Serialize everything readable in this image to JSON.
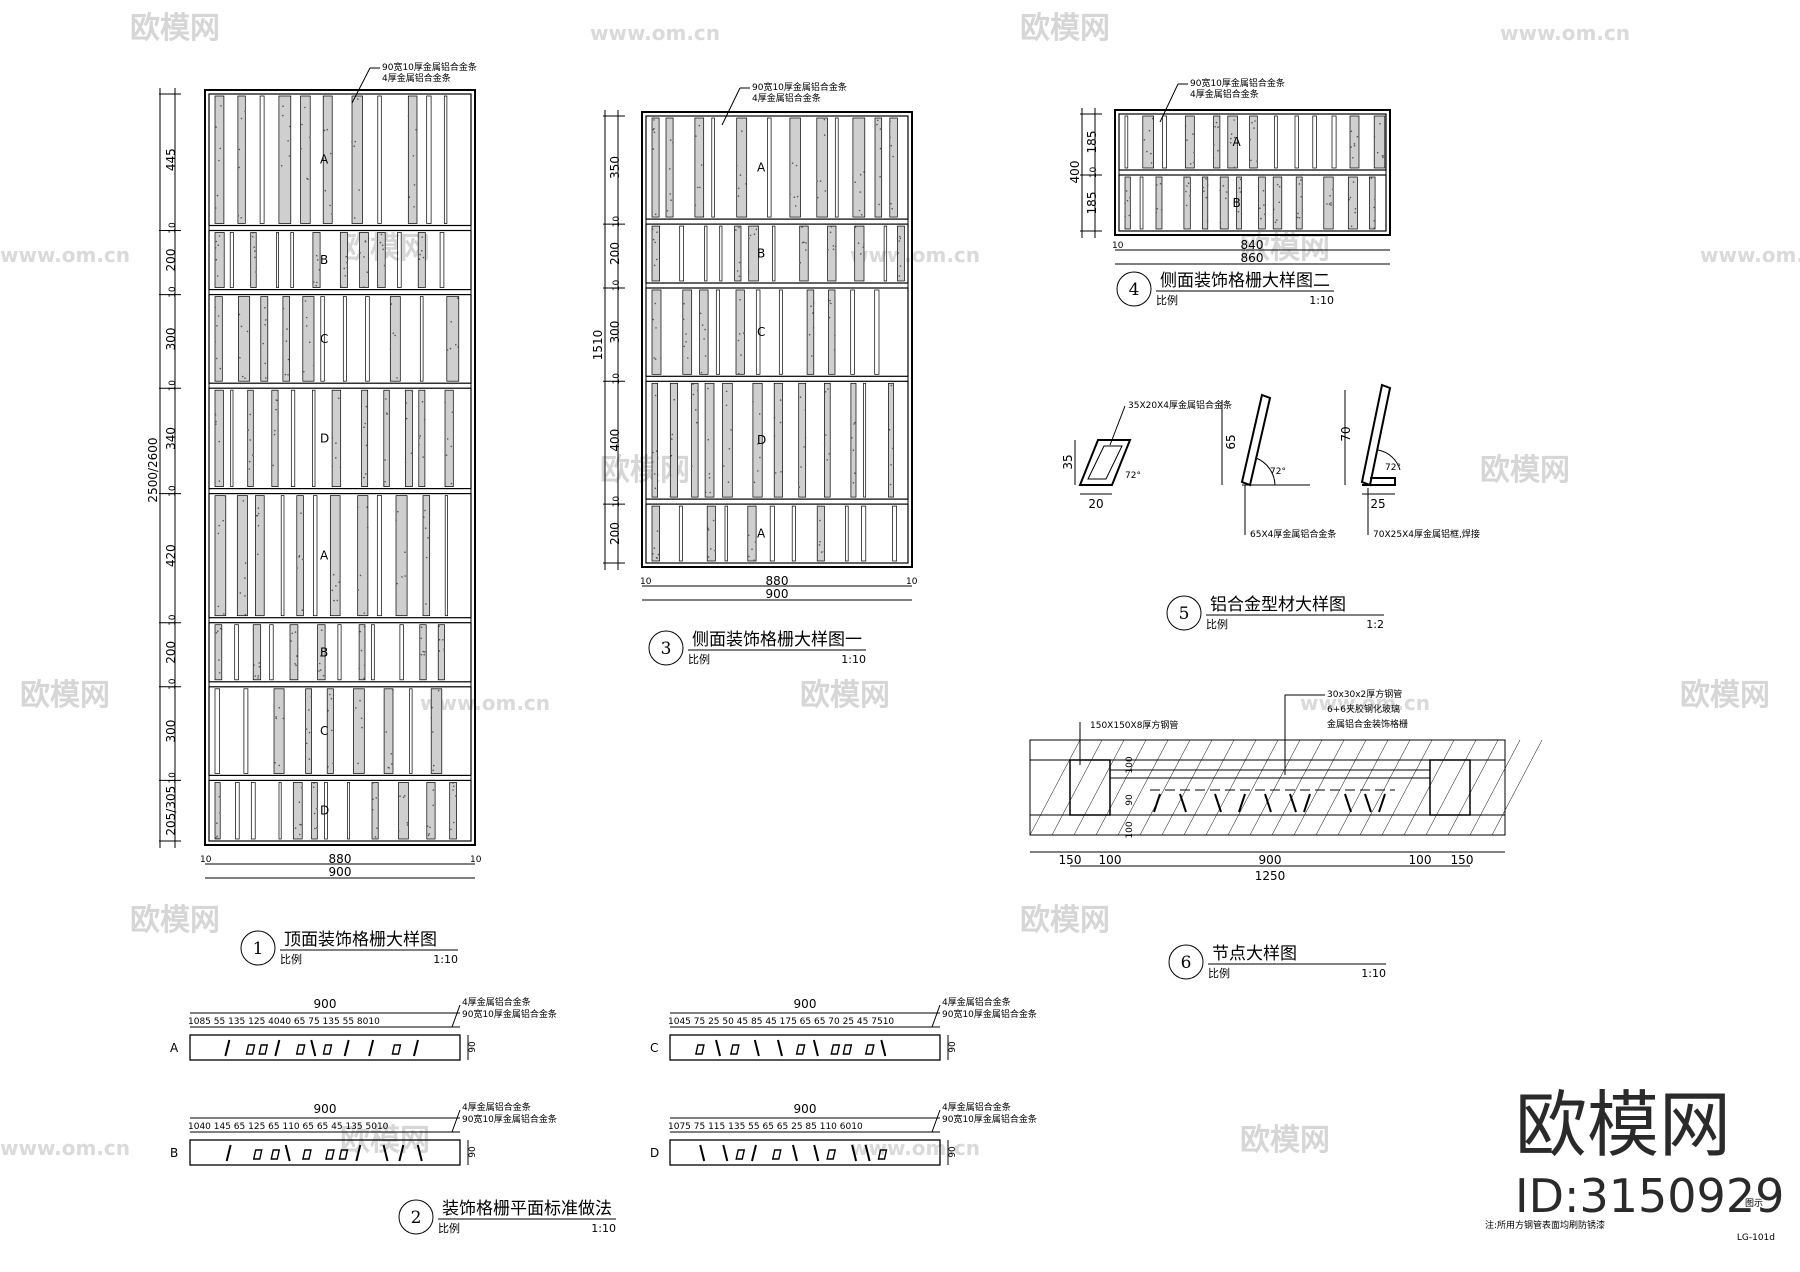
{
  "drawing_number": "LG-101d",
  "note": "注:所用方钢管表面均刷防锈漆",
  "note_suffix": "图示",
  "brand": {
    "name": "欧模网",
    "id": "ID:3150929",
    "url": "www.om.cn"
  },
  "labels": {
    "slat_90x10": "90宽10厚金属铝合金条",
    "slat_4mm": "4厚金属铝合金条",
    "scale_word": "比例"
  },
  "views": [
    {
      "num": "1",
      "title": "顶面装饰格栅大样图",
      "scale": "1:10"
    },
    {
      "num": "2",
      "title": "装饰格栅平面标准做法",
      "scale": "1:10"
    },
    {
      "num": "3",
      "title": "侧面装饰格栅大样图一",
      "scale": "1:10"
    },
    {
      "num": "4",
      "title": "侧面装饰格栅大样图二",
      "scale": "1:10"
    },
    {
      "num": "5",
      "title": "铝合金型材大样图",
      "scale": "1:2"
    },
    {
      "num": "6",
      "title": "节点大样图",
      "scale": "1:10"
    }
  ],
  "view1": {
    "overall": "2500/2600",
    "rows": [
      {
        "label": "A",
        "dim": "445"
      },
      {
        "label": "B",
        "dim": "200"
      },
      {
        "label": "C",
        "dim": "300"
      },
      {
        "label": "D",
        "dim": "340"
      },
      {
        "label": "A",
        "dim": "420"
      },
      {
        "label": "B",
        "dim": "200"
      },
      {
        "label": "C",
        "dim": "300"
      },
      {
        "label": "D",
        "dim": "205/305"
      }
    ],
    "sep": "10",
    "width_inner": "880",
    "width_outer": "900"
  },
  "view3": {
    "overall": "1510",
    "rows": [
      {
        "label": "A",
        "dim": "350"
      },
      {
        "label": "B",
        "dim": "200"
      },
      {
        "label": "C",
        "dim": "300"
      },
      {
        "label": "D",
        "dim": "400"
      },
      {
        "label": "A",
        "dim": "200"
      }
    ],
    "sep": "10",
    "width_inner": "880",
    "width_outer": "900"
  },
  "view4": {
    "overall": "400",
    "rows": [
      {
        "label": "A",
        "dim": "185"
      },
      {
        "label": "B",
        "dim": "185"
      }
    ],
    "sep": "10",
    "width_inner": "840",
    "width_outer": "860"
  },
  "view5": {
    "p1": {
      "label": "35X20X4厚金属铝合金条",
      "h": "35",
      "w": "20",
      "angle": "72°"
    },
    "p2": {
      "label": "65X4厚金属铝合金条",
      "h": "65",
      "angle": "72°"
    },
    "p3": {
      "label": "70X25X4厚金属铝框,焊接",
      "h": "70",
      "w": "25",
      "angle": "72°"
    }
  },
  "view6": {
    "labels": [
      "30x30x2厚方钢管",
      "6+6夹胶钢化玻璃",
      "金属铝合金装饰格栅",
      "150X150X8厚方钢管"
    ],
    "bottom": [
      "150",
      "100",
      "900",
      "100",
      "150"
    ],
    "total": "1250",
    "left": [
      "100",
      "90",
      "100"
    ]
  },
  "view2": {
    "width": "900",
    "h": "90",
    "rows": [
      {
        "label": "A",
        "dims": "1085 55 135 125 4040 65 75 135 55 8010"
      },
      {
        "label": "B",
        "dims": "1040 145 65 125 65 110 65 65 45 135 5010"
      },
      {
        "label": "C",
        "dims": "1045 75 25 50 45 85 45 175 65 65 70 25 45 7510"
      },
      {
        "label": "D",
        "dims": "1075 75 115 135 55 65 65 25 85 110 6010"
      }
    ]
  }
}
